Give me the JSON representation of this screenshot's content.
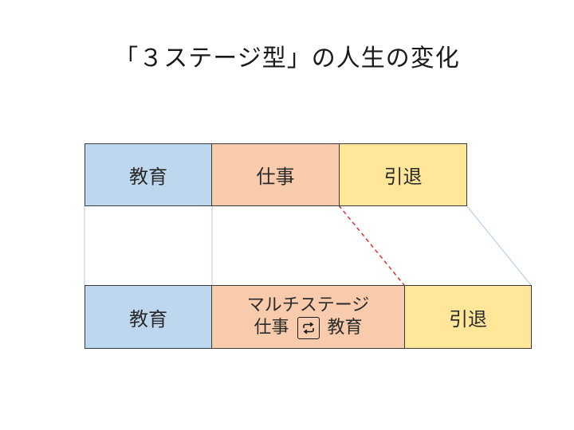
{
  "title": "「３ステージ型」の人生の変化",
  "colors": {
    "education": "#bdd7ee",
    "work": "#f8cbad",
    "retirement": "#ffe699",
    "connector": "#b4c7e7",
    "dashed": "#e03030"
  },
  "top_row": {
    "education": "教育",
    "work": "仕事",
    "retirement": "引退"
  },
  "bottom_row": {
    "education": "教育",
    "multi_stage": "マルチステージ",
    "work": "仕事",
    "cycle_icon": "cycle-arrows-icon",
    "education_2": "教育",
    "retirement": "引退"
  }
}
